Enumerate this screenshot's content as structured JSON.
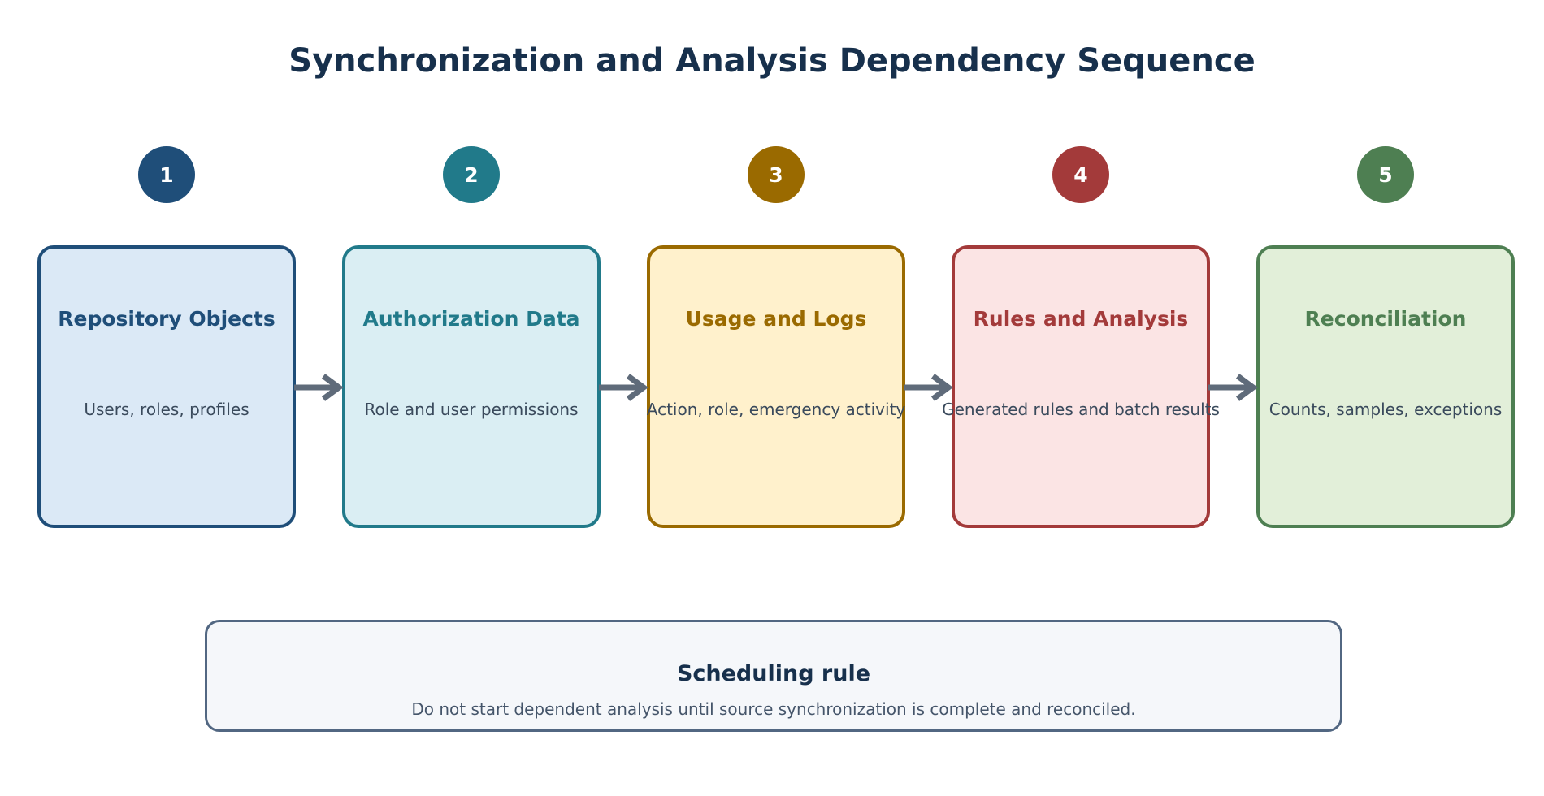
{
  "title": "Synchronization and Analysis Dependency Sequence",
  "steps": [
    {
      "number": "1",
      "title": "Repository Objects",
      "description": "Users, roles, profiles",
      "accent": "#1f4e79",
      "fill": "#dbe9f6"
    },
    {
      "number": "2",
      "title": "Authorization Data",
      "description": "Role and user permissions",
      "accent": "#217a8a",
      "fill": "#daeef3"
    },
    {
      "number": "3",
      "title": "Usage and Logs",
      "description": "Action, role, emergency activity",
      "accent": "#9a6a00",
      "fill": "#fff1cc"
    },
    {
      "number": "4",
      "title": "Rules and Analysis",
      "description": "Generated rules and batch results",
      "accent": "#a33a3a",
      "fill": "#fbe4e4"
    },
    {
      "number": "5",
      "title": "Reconciliation",
      "description": "Counts, samples, exceptions",
      "accent": "#4e7f52",
      "fill": "#e2efd9"
    }
  ],
  "scheduling_rule": {
    "title": "Scheduling rule",
    "text": "Do not start dependent analysis until source synchronization is complete and reconciled."
  },
  "colors": {
    "connector": "#5f6b7a",
    "rule_border": "#526782",
    "rule_fill": "#f5f7fa"
  }
}
